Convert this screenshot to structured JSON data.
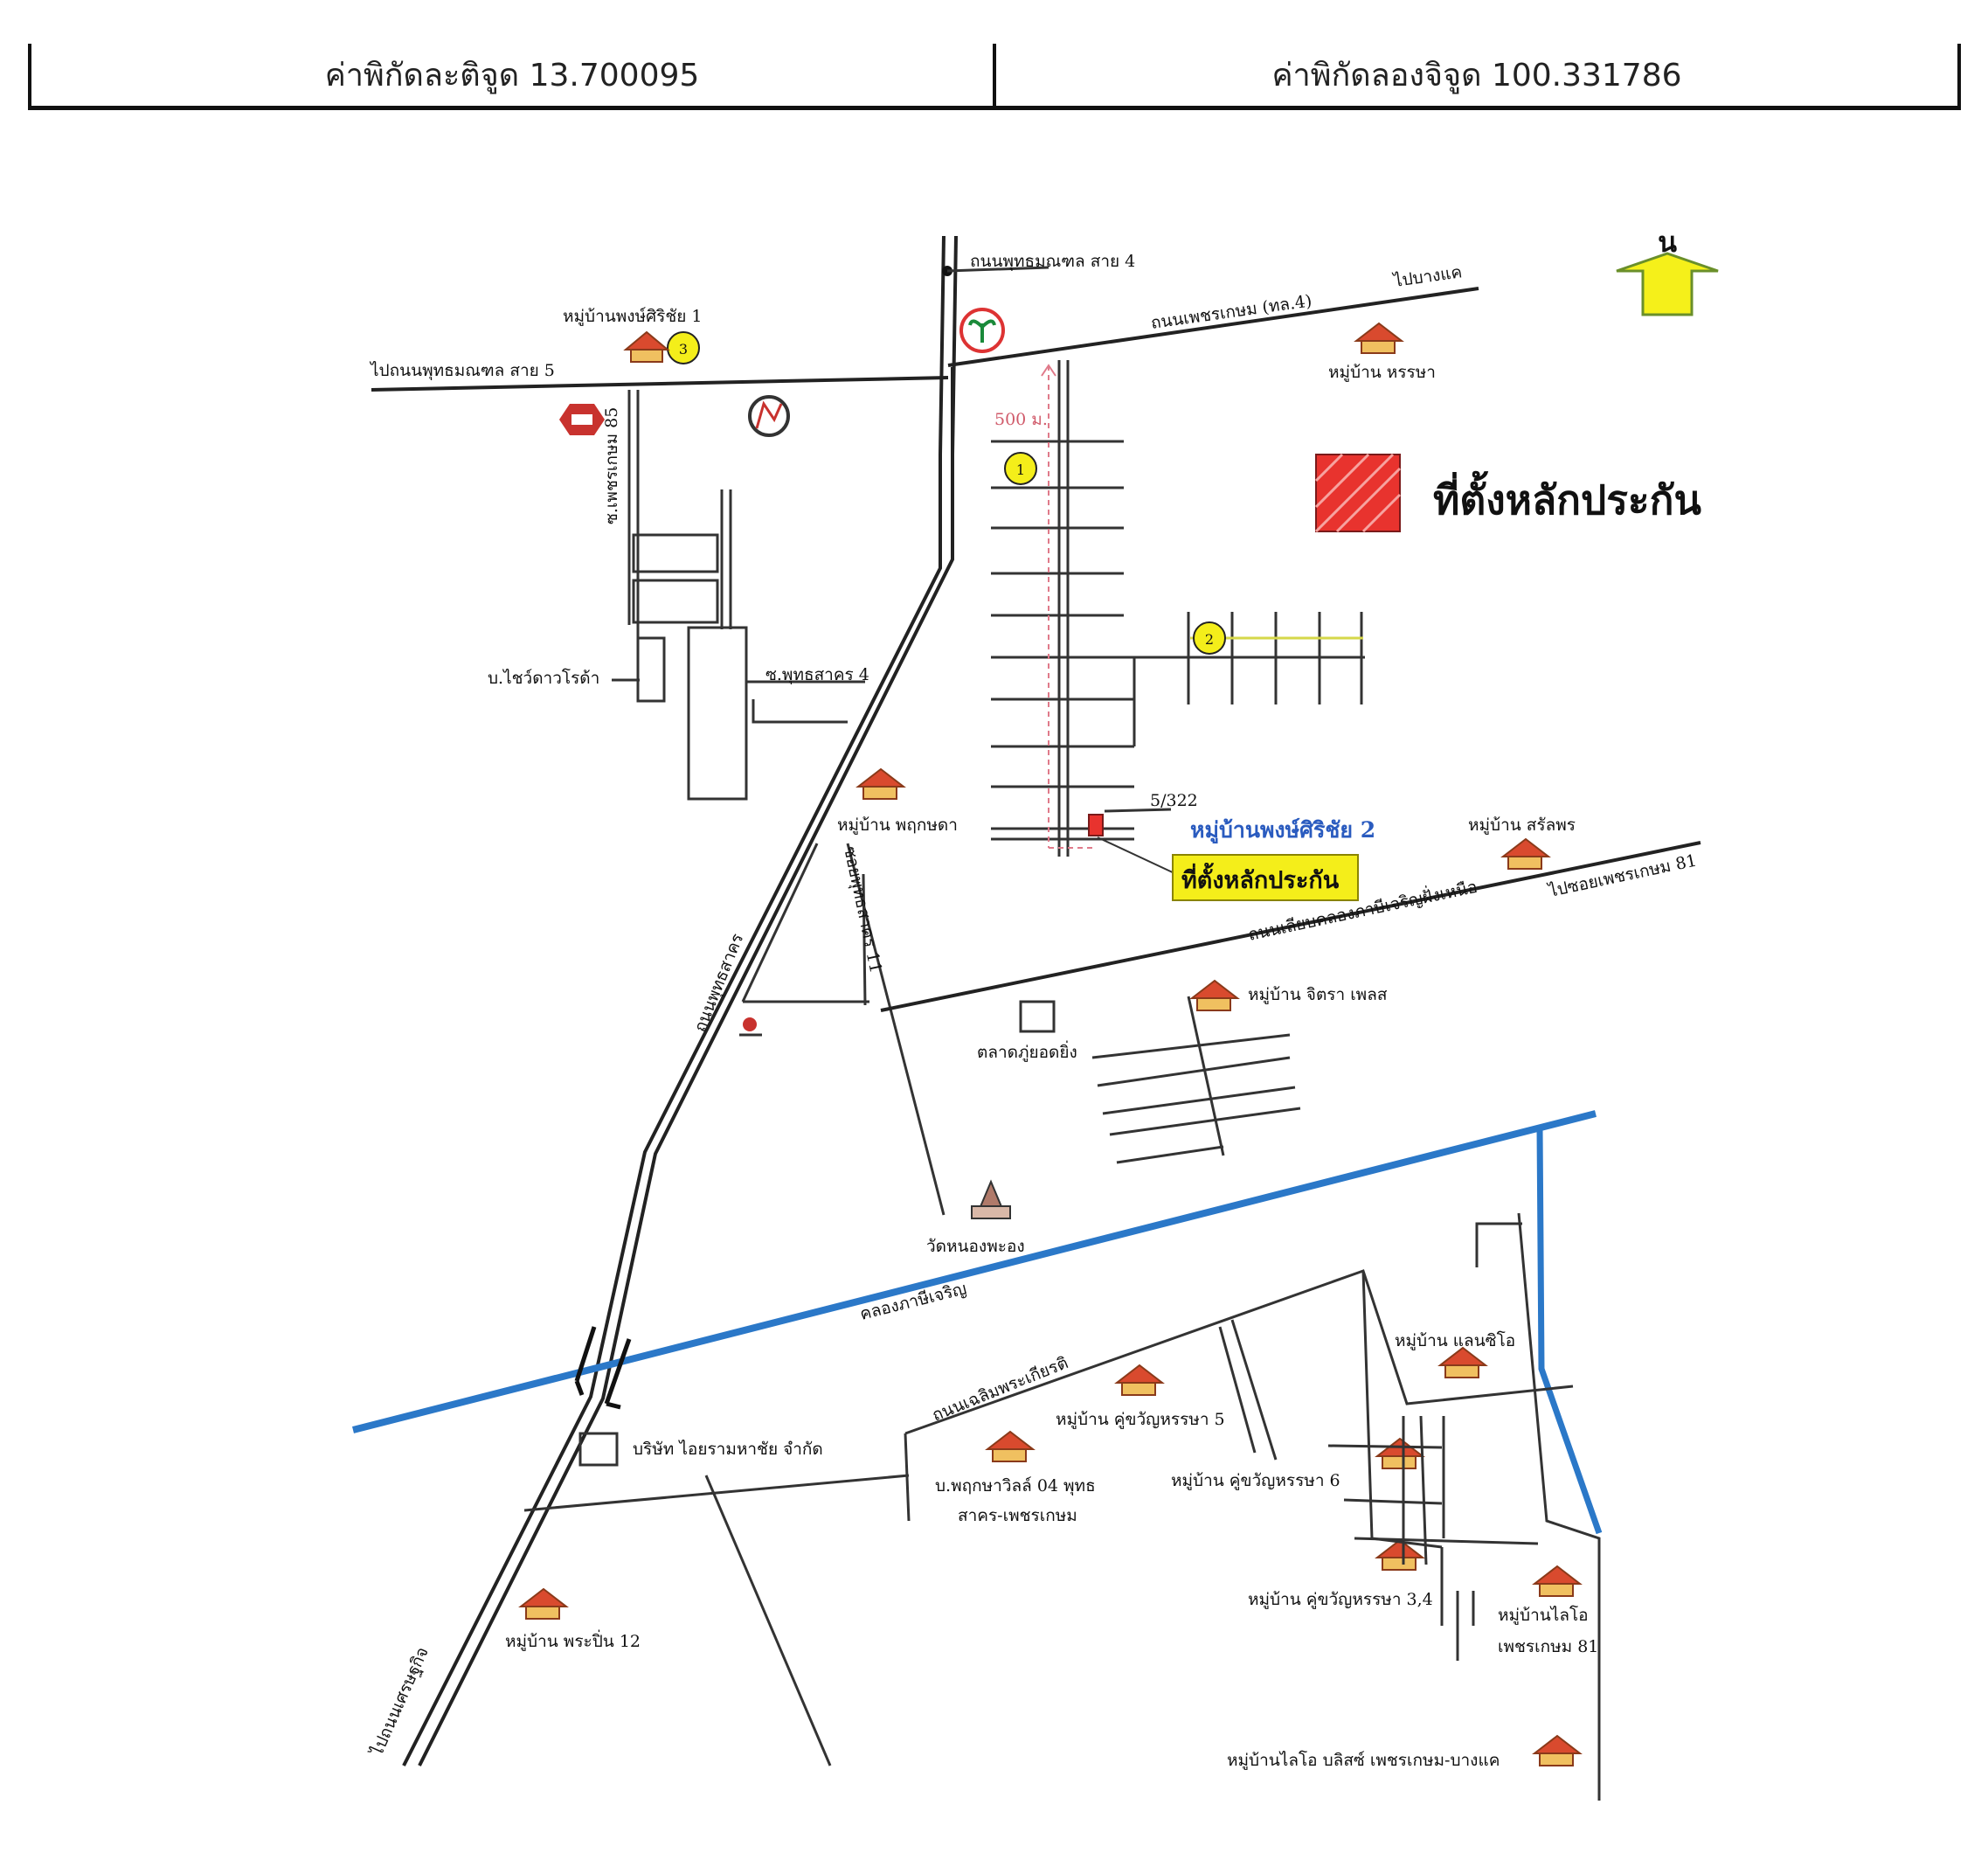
{
  "header": {
    "latitude_label": "ค่าพิกัดละติจูด 13.700095",
    "longitude_label": "ค่าพิกัดลองจิจูด 100.331786"
  },
  "legend": {
    "north_letter": "น",
    "collateral_title": "ที่ตั้งหลักประกัน",
    "collateral_color": "#e8332e"
  },
  "map": {
    "scale_label": "500 ม.",
    "address_label": "5/322",
    "village_highlight": "หมู่บ้านพงษ์ศิริชัย 2",
    "collateral_callout": "ที่ตั้งหลักประกัน",
    "callout_color": "#f4ee1a",
    "canal_color": "#2b78c8",
    "markers": [
      "1",
      "2",
      "3"
    ],
    "roads": {
      "buddhamonthon_4": "ถนนพุทธมณฑล สาย 4",
      "phetkasem": "ถนนเพชรเกษม (ทล.4)",
      "to_bangkhae": "ไปบางแค",
      "to_buddhamonthon_5": "ไปถนนพุทธมณฑล สาย 5",
      "soi_phetkasem_85": "ซ.เพชรเกษม 85",
      "soi_phutthasakhon_4": "ซ.พุทธสาคร 4",
      "soi_phutthasakhon_11": "ซอยพุทธสาคร 11",
      "phutthasakhon": "ถนนพุทธสาคร",
      "canal_road": "ถนนเลียบคลองภาษีเจริญฝั่งเหนือ",
      "to_soi_phetkasem_81": "ไปซอยเพชรเกษม 81",
      "canal": "คลองภาษีเจริญ",
      "chaloem_phrakiat": "ถนนเฉลิมพระเกียรติ",
      "to_setthakit": "ไปถนนเศรษฐกิจ"
    },
    "places": {
      "pongsirichai_1": "หมู่บ้านพงษ์ศิริชัย 1",
      "hansa": "หมู่บ้าน หรรษา",
      "chaiwat": "บ.ไชว์ดาวโรด้า",
      "phruksa": "หมู่บ้าน พฤกษดา",
      "sanpon": "หมู่บ้าน สรัลพร",
      "chitra_place": "หมู่บ้าน จิตรา เพลส",
      "market": "ตลาดภู่ยอดยิ่ง",
      "wat": "วัดหนองพะอง",
      "land_city": "หมู่บ้าน แลนซิโอ",
      "kuchewan_5": "หมู่บ้าน คู่ขวัญหรรษา 5",
      "phruksa_villa_line1": "บ.พฤกษาวิลล์ 04 พุทธ",
      "phruksa_villa_line2": "สาคร-เพชรเกษม",
      "kuchewan_6": "หมู่บ้าน คู่ขวัญหรรษา 6",
      "company": "บริษัท ไอยรามหาชัย จำกัด",
      "praphin_12": "หมู่บ้าน พระปิ่น 12",
      "kuchewan_34": "หมู่บ้าน คู่ขวัญหรรษา 3,4",
      "laio_line1": "หมู่บ้านไลโอ",
      "laio_line2": "เพชรเกษม 81",
      "laio_bliss": "หมู่บ้านไลโอ บลิสซ์ เพชรเกษม-บางแค"
    }
  }
}
